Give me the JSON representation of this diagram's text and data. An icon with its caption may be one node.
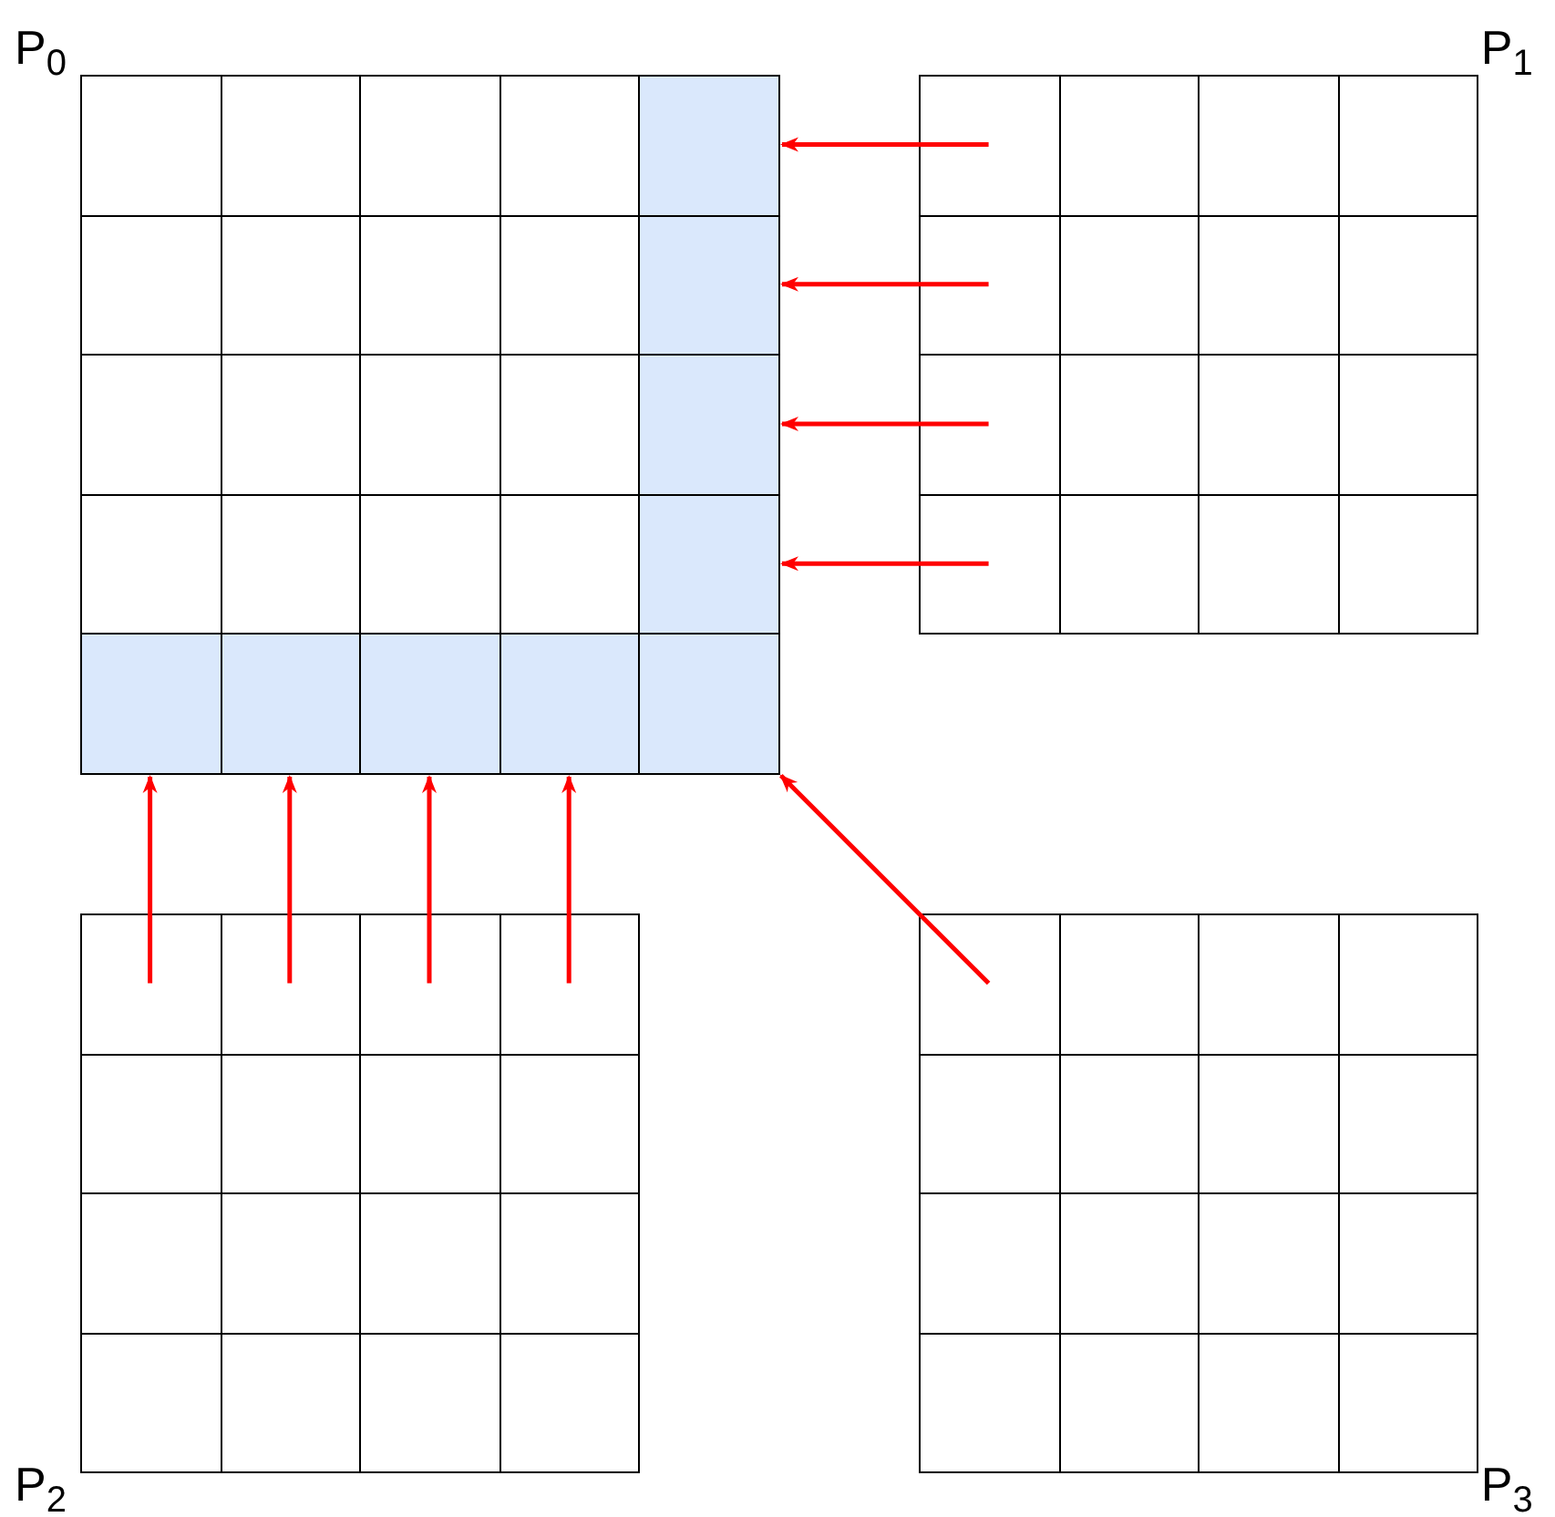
{
  "diagram": {
    "nodes": [
      {
        "text": [
          "P$_{0}$"
        ]
      },
      {
        "text": [],
        "shape": "box",
        "in": 0
      },
      {
        "text": [],
        "shape": "box",
        "in": 0
      },
      {
        "text": [],
        "shape": "box",
        "in": 0
      },
      {
        "text": [],
        "shape": "box",
        "in": 0
      },
      {
        "text": [],
        "shape": "box",
        "in": 0
      },
      {
        "text": [],
        "shape": "box",
        "in": 0
      },
      {
        "text": [],
        "shape": "box",
        "in": 0
      },
      {
        "text": [],
        "shape": "box",
        "in": 0
      },
      {
        "text": [],
        "shape": "box",
        "in": 0
      },
      {
        "text": [],
        "shape": "box",
        "in": 0
      },
      {
        "text": [],
        "shape": "box",
        "in": 0
      },
      {
        "text": [],
        "shape": "box",
        "in": 0
      },
      {
        "text": [],
        "shape": "box",
        "in": 0
      },
      {
        "text": [],
        "shape": "box",
        "in": 0
      },
      {
        "text": [],
        "shape": "box",
        "in": 0
      },
      {
        "text": [],
        "shape": "box",
        "in": 0
      },
      {
        "text": [],
        "shape": "box",
        "in": 0
      },
      {
        "text": [],
        "shape": "box",
        "in": 0
      },
      {
        "text": [],
        "shape": "box",
        "in": 0
      },
      {
        "text": [],
        "shape": "box",
        "in": 0
      },
      {
        "text": [],
        "shape": "box",
        "in": 0
      },
      {
        "text": [],
        "shape": "box",
        "in": 0
      },
      {
        "text": [],
        "shape": "box",
        "in": 0
      },
      {
        "text": [],
        "shape": "box",
        "in": 0
      },
      {
        "text": [],
        "shape": "box",
        "in": 0
      },
      {
        "text": [
          "P$_{1}$"
        ]
      },
      {
        "text": [],
        "shape": "box",
        "in": 26
      },
      {
        "text": [],
        "shape": "box",
        "in": 26
      },
      {
        "text": [],
        "shape": "box",
        "in": 26
      },
      {
        "text": [],
        "shape": "box",
        "in": 26
      },
      {
        "text": [],
        "shape": "box",
        "in": 26
      },
      {
        "text": [],
        "shape": "box",
        "in": 26
      },
      {
        "text": [],
        "shape": "box",
        "in": 26
      },
      {
        "text": [],
        "shape": "box",
        "in": 26
      },
      {
        "text": [],
        "shape": "box",
        "in": 26
      },
      {
        "text": [],
        "shape": "box",
        "in": 26
      },
      {
        "text": [],
        "shape": "box",
        "in": 26
      },
      {
        "text": [],
        "shape": "box",
        "in": 26
      },
      {
        "text": [],
        "shape": "box",
        "in": 26
      },
      {
        "text": [],
        "shape": "box",
        "in": 26
      },
      {
        "text": [],
        "shape": "box",
        "in": 26
      },
      {
        "text": [],
        "shape": "box",
        "in": 26
      },
      {
        "text": [
          "P$_{2}$"
        ]
      },
      {
        "text": [],
        "shape": "box",
        "in": 43
      },
      {
        "text": [],
        "shape": "box",
        "in": 43
      },
      {
        "text": [],
        "shape": "box",
        "in": 43
      },
      {
        "text": [],
        "shape": "box",
        "in": 43
      },
      {
        "text": [],
        "shape": "box",
        "in": 43
      },
      {
        "text": [],
        "shape": "box",
        "in": 43
      },
      {
        "text": [],
        "shape": "box",
        "in": 43
      },
      {
        "text": [],
        "shape": "box",
        "in": 43
      },
      {
        "text": [],
        "shape": "box",
        "in": 43
      },
      {
        "text": [],
        "shape": "box",
        "in": 43
      },
      {
        "text": [],
        "shape": "box",
        "in": 43
      },
      {
        "text": [],
        "shape": "box",
        "in": 43
      },
      {
        "text": [],
        "shape": "box",
        "in": 43
      },
      {
        "text": [],
        "shape": "box",
        "in": 43
      },
      {
        "text": [],
        "shape": "box",
        "in": 43
      },
      {
        "text": [],
        "shape": "box",
        "in": 43
      },
      {
        "text": [
          "P$_{3}$"
        ]
      },
      {
        "text": [],
        "shape": "box",
        "in": 60
      },
      {
        "text": [],
        "shape": "box",
        "in": 60
      },
      {
        "text": [],
        "shape": "box",
        "in": 60
      },
      {
        "text": [],
        "shape": "box",
        "in": 60
      },
      {
        "text": [],
        "shape": "box",
        "in": 60
      },
      {
        "text": [],
        "shape": "box",
        "in": 60
      },
      {
        "text": [],
        "shape": "box",
        "in": 60
      },
      {
        "text": [],
        "shape": "box",
        "in": 60
      },
      {
        "text": [],
        "shape": "box",
        "in": 60
      },
      {
        "text": [],
        "shape": "box",
        "in": 60
      },
      {
        "text": [],
        "shape": "box",
        "in": 60
      },
      {
        "text": [],
        "shape": "box",
        "in": 60
      },
      {
        "text": [],
        "shape": "box",
        "in": 60
      },
      {
        "text": [],
        "shape": "box",
        "in": 60
      },
      {
        "text": [],
        "shape": "box",
        "in": 60
      },
      {
        "text": [],
        "shape": "box",
        "in": 60
      }
    ],
    "edges": [
      {
        "from": 27,
        "to": 5,
        "arrow": "to"
      },
      {
        "from": 31,
        "to": 10,
        "arrow": "to"
      },
      {
        "from": 35,
        "to": 15,
        "arrow": "to"
      },
      {
        "from": 39,
        "to": 20,
        "arrow": "to"
      },
      {
        "from": 44,
        "to": 21,
        "arrow": "to"
      },
      {
        "from": 45,
        "to": 22,
        "arrow": "to"
      },
      {
        "from": 46,
        "to": 23,
        "arrow": "to"
      },
      {
        "from": 47,
        "to": 24,
        "arrow": "to"
      },
      {
        "from": 61,
        "to": 25,
        "arrow": "to"
      }
    ]
  }
}
